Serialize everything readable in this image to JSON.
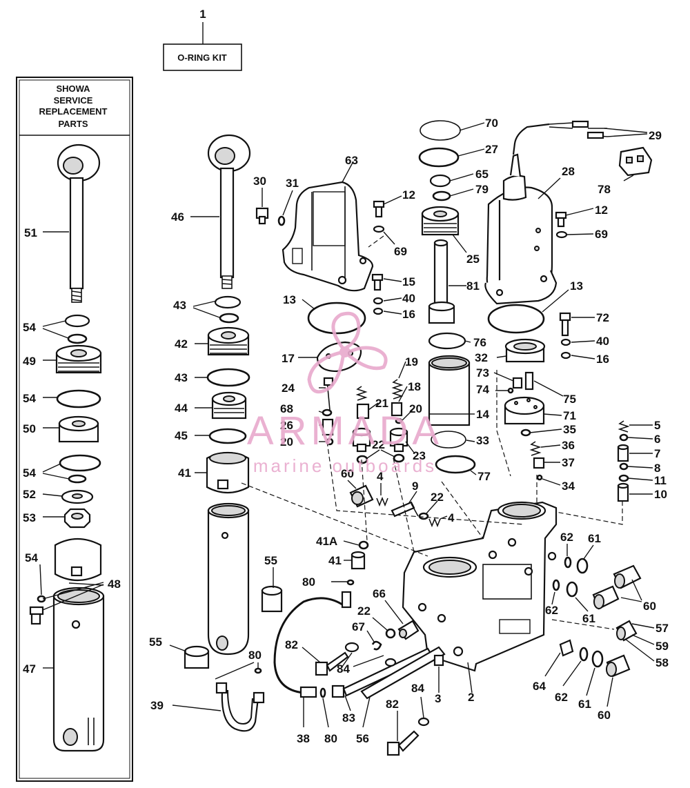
{
  "kit": {
    "number": "1",
    "label": "O-RING KIT"
  },
  "showa_box": {
    "lines": [
      "SHOWA",
      "SERVICE",
      "REPLACEMENT",
      "PARTS"
    ]
  },
  "watermark": {
    "brand": "ARMADA",
    "tagline": "marine outboards",
    "color": "#e8a9cd"
  },
  "labels": {
    "p2": "2",
    "p3": "3",
    "p4a": "4",
    "p4b": "4",
    "p5": "5",
    "p6": "6",
    "p7": "7",
    "p8": "8",
    "p9": "9",
    "p10": "10",
    "p11": "11",
    "p12a": "12",
    "p12b": "12",
    "p13a": "13",
    "p13b": "13",
    "p14": "14",
    "p15": "15",
    "p16a": "16",
    "p16b": "16",
    "p17": "17",
    "p18": "18",
    "p19": "19",
    "p20a": "20",
    "p20b": "20",
    "p21": "21",
    "p22a": "22",
    "p22b": "22",
    "p22c": "22",
    "p23": "23",
    "p24": "24",
    "p25": "25",
    "p26": "26",
    "p27": "27",
    "p28": "28",
    "p29": "29",
    "p30": "30",
    "p31": "31",
    "p32": "32",
    "p33": "33",
    "p34": "34",
    "p35": "35",
    "p36": "36",
    "p37": "37",
    "p38": "38",
    "p39": "39",
    "p40a": "40",
    "p40b": "40",
    "p41": "41",
    "p41b": "41",
    "p41a": "41A",
    "p42": "42",
    "p43a": "43",
    "p43b": "43",
    "p44": "44",
    "p45": "45",
    "p46": "46",
    "p47": "47",
    "p48": "48",
    "p49": "49",
    "p50": "50",
    "p51": "51",
    "p52": "52",
    "p53": "53",
    "p54a": "54",
    "p54b": "54",
    "p54c": "54",
    "p54d": "54",
    "p55a": "55",
    "p55b": "55",
    "p56": "56",
    "p57": "57",
    "p58": "58",
    "p59": "59",
    "p60a": "60",
    "p60b": "60",
    "p60c": "60",
    "p61a": "61",
    "p61b": "61",
    "p61c": "61",
    "p62a": "62",
    "p62b": "62",
    "p62c": "62",
    "p63": "63",
    "p64": "64",
    "p65": "65",
    "p66": "66",
    "p67": "67",
    "p68": "68",
    "p69a": "69",
    "p69b": "69",
    "p70": "70",
    "p71": "71",
    "p72": "72",
    "p73": "73",
    "p74": "74",
    "p75": "75",
    "p76": "76",
    "p77": "77",
    "p78": "78",
    "p79": "79",
    "p80a": "80",
    "p80b": "80",
    "p80c": "80",
    "p81": "81",
    "p82a": "82",
    "p82b": "82",
    "p83": "83",
    "p84a": "84",
    "p84b": "84"
  }
}
